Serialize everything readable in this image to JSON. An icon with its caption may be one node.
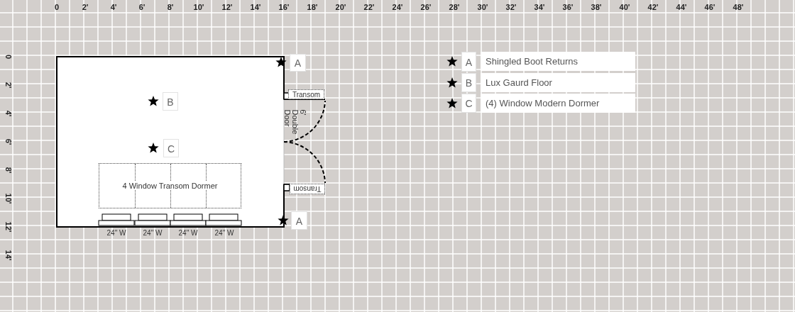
{
  "diagram": {
    "nodes": [
      {
        "text": [
          "Transom"
        ]
      },
      {
        "text": [
          "4 Window Transom Dormer"
        ]
      },
      {
        "text": [
          "Transom"
        ]
      }
    ],
    "labels": [
      "0",
      "2'",
      "4'",
      "6'",
      "8'",
      "10'",
      "12'",
      "14'",
      "16'",
      "18'",
      "20'",
      "22'",
      "24'",
      "26'",
      "28'",
      "30'",
      "32'",
      "34'",
      "36'",
      "38'",
      "40'",
      "42'",
      "44'",
      "46'",
      "48'",
      "0",
      "2'",
      "4'",
      "6'",
      "8'",
      "10'",
      "12'",
      "14'",
      "A",
      "A",
      "B",
      "B",
      "C",
      "6' Double Door",
      "C",
      "A",
      "24\" W",
      "24\" W",
      "24\" W",
      "24\" W"
    ],
    "legend": [
      {
        "text": "Shingled Boot Returns"
      },
      {
        "text": "Lux Gaurd Floor"
      },
      {
        "text": "(4) Window Modern Dormer"
      }
    ]
  }
}
